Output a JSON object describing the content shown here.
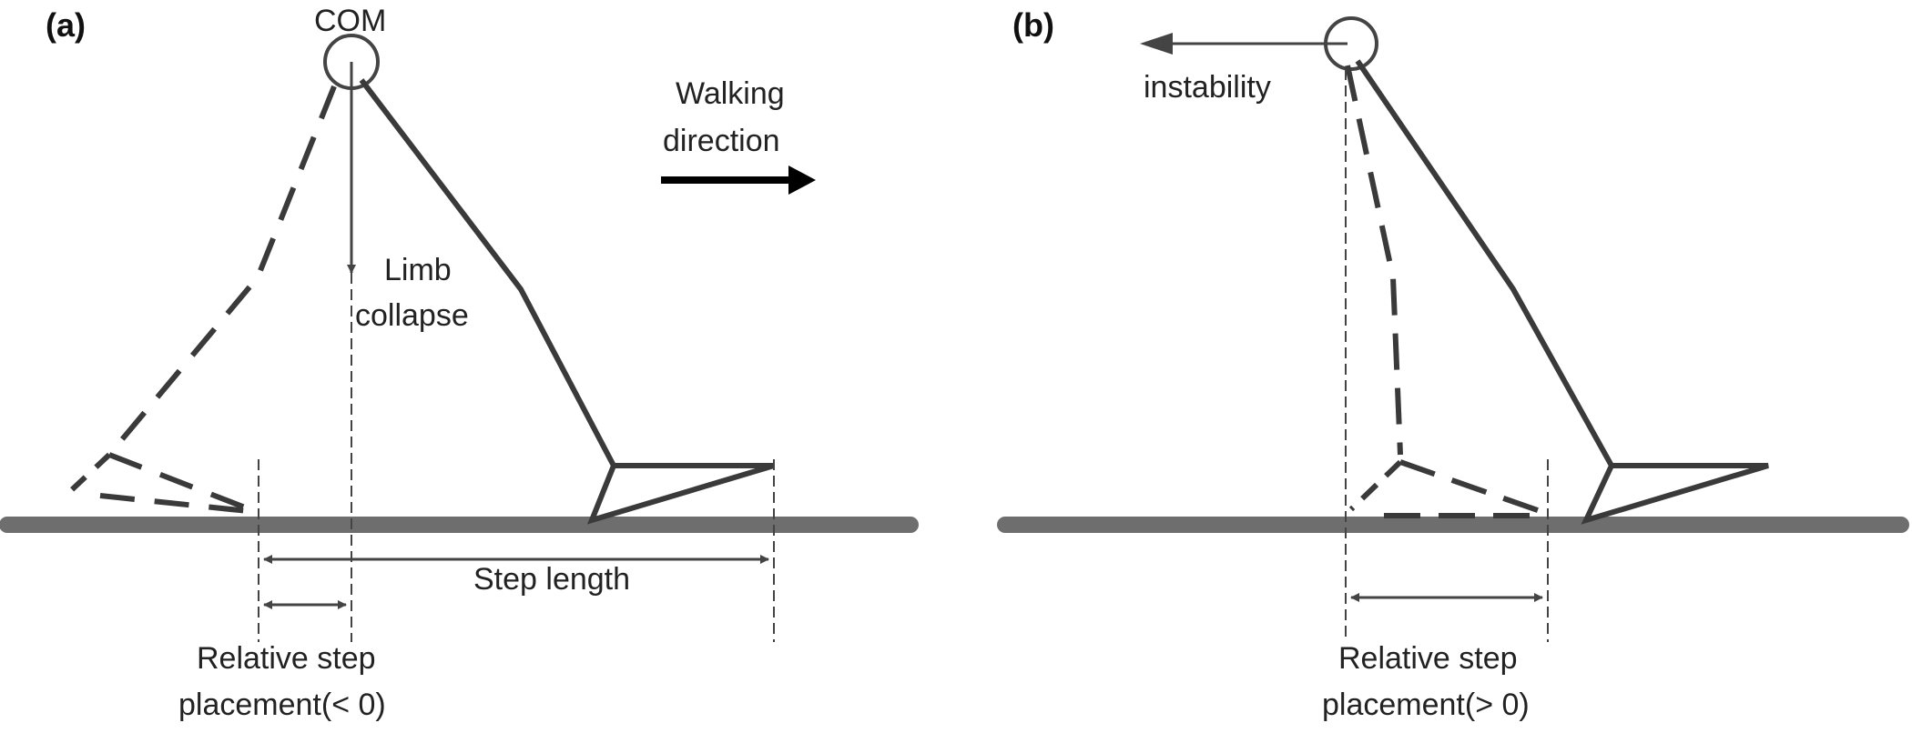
{
  "panel_a": {
    "panel_label": "(a)",
    "com_label": "COM",
    "walking_direction_line1": "Walking",
    "walking_direction_line2": "direction",
    "limb_collapse_line1": "Limb",
    "limb_collapse_line2": "collapse",
    "step_length_label": "Step length",
    "relative_step_line1": "Relative step",
    "relative_step_line2": "placement(< 0)"
  },
  "panel_b": {
    "panel_label": "(b)",
    "instability_label": "instability",
    "relative_step_line1": "Relative step",
    "relative_step_line2": "placement(> 0)"
  },
  "colors": {
    "ground": "#6e6e6e",
    "limb": "#3a3a3a",
    "guide": "#444444",
    "arrow_bold": "#000000"
  }
}
